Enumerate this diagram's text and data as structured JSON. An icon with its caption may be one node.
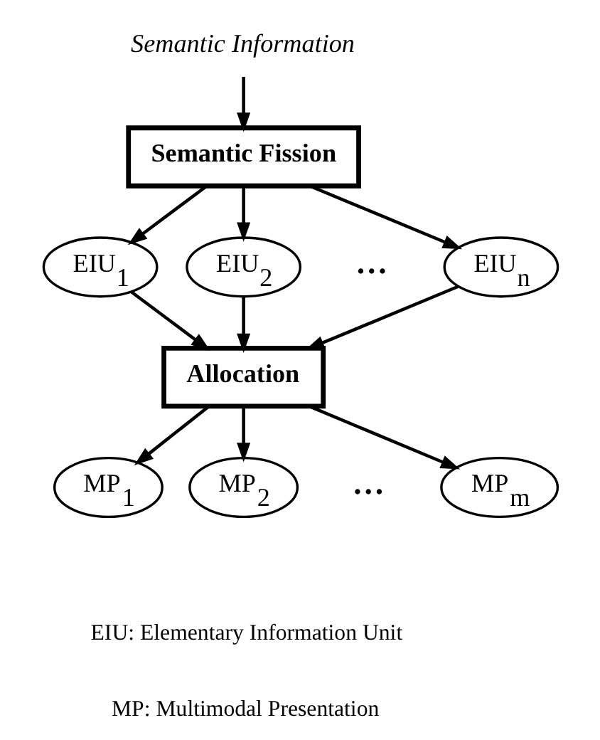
{
  "diagram": {
    "nodes": [
      {
        "text": [
          "Semantic Information"
        ]
      },
      {
        "text": [
          "Semantic Fission"
        ]
      },
      {
        "text": [
          "EIU$_{1}$"
        ]
      },
      {
        "text": [
          "EIU$_{2}$"
        ]
      },
      {
        "text": [
          "EIU$_{n}$"
        ]
      },
      {
        "text": [
          "Allocation"
        ]
      },
      {
        "text": [
          "MP$_{1}$"
        ]
      },
      {
        "text": [
          "MP$_{2}$"
        ]
      },
      {
        "text": [
          "MP$_{m}$"
        ]
      }
    ],
    "edges": [
      {
        "from": 0,
        "to": 1,
        "arrow": "to"
      },
      {
        "from": 1,
        "to": 2,
        "arrow": "to"
      },
      {
        "from": 1,
        "to": 3,
        "arrow": "to"
      },
      {
        "from": 1,
        "to": 4,
        "arrow": "to"
      },
      {
        "from": 2,
        "to": 5,
        "arrow": "to"
      },
      {
        "from": 3,
        "to": 5,
        "arrow": "to"
      },
      {
        "from": 4,
        "to": 5,
        "arrow": "to"
      },
      {
        "from": 5,
        "to": 6,
        "arrow": "to"
      },
      {
        "from": 5,
        "to": 7,
        "arrow": "to"
      },
      {
        "from": 5,
        "to": 8,
        "arrow": "to"
      }
    ],
    "labels": [
      "…",
      "…",
      "EIU: Elementary Information Unit",
      "MP: Multimodal Presentation"
    ]
  }
}
